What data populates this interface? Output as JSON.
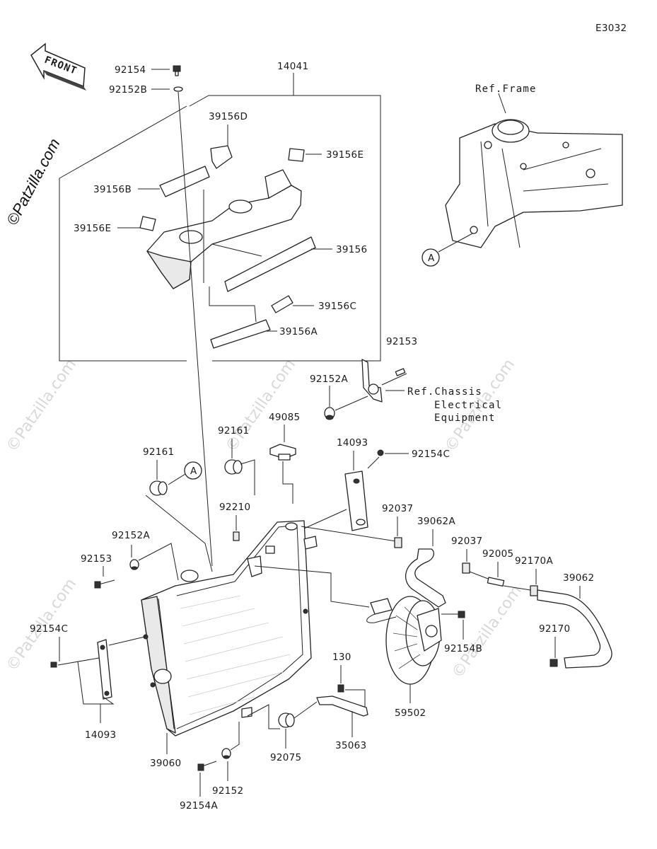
{
  "diagram_code": "E3032",
  "brand": "©Patzilla.com",
  "front_label": "FRONT",
  "callout_a": "A",
  "refs": {
    "frame": "Ref.Frame",
    "chassis_1": "Ref.Chassis",
    "chassis_2": "Electrical",
    "chassis_3": "Equipment"
  },
  "parts": [
    {
      "id": "p92154",
      "label": "92154"
    },
    {
      "id": "p92152B",
      "label": "92152B"
    },
    {
      "id": "p14041",
      "label": "14041"
    },
    {
      "id": "p39156D",
      "label": "39156D"
    },
    {
      "id": "p39156E_top",
      "label": "39156E"
    },
    {
      "id": "p39156B",
      "label": "39156B"
    },
    {
      "id": "p39156E_left",
      "label": "39156E"
    },
    {
      "id": "p39156",
      "label": "39156"
    },
    {
      "id": "p39156C",
      "label": "39156C"
    },
    {
      "id": "p39156A",
      "label": "39156A"
    },
    {
      "id": "p92153_top",
      "label": "92153"
    },
    {
      "id": "p92152A_top",
      "label": "92152A"
    },
    {
      "id": "p49085",
      "label": "49085"
    },
    {
      "id": "p92161_mid",
      "label": "92161"
    },
    {
      "id": "p92161_left",
      "label": "92161"
    },
    {
      "id": "p14093_top",
      "label": "14093"
    },
    {
      "id": "p92154C_top",
      "label": "92154C"
    },
    {
      "id": "p92210",
      "label": "92210"
    },
    {
      "id": "p92152A_left",
      "label": "92152A"
    },
    {
      "id": "p92153_left",
      "label": "92153"
    },
    {
      "id": "p92037_a",
      "label": "92037"
    },
    {
      "id": "p39062A",
      "label": "39062A"
    },
    {
      "id": "p92037_b",
      "label": "92037"
    },
    {
      "id": "p92005",
      "label": "92005"
    },
    {
      "id": "p92170A",
      "label": "92170A"
    },
    {
      "id": "p39062",
      "label": "39062"
    },
    {
      "id": "p92170",
      "label": "92170"
    },
    {
      "id": "p92154C_left",
      "label": "92154C"
    },
    {
      "id": "p92154B",
      "label": "92154B"
    },
    {
      "id": "p130",
      "label": "130"
    },
    {
      "id": "p59502",
      "label": "59502"
    },
    {
      "id": "p14093_bottom",
      "label": "14093"
    },
    {
      "id": "p35063",
      "label": "35063"
    },
    {
      "id": "p39060",
      "label": "39060"
    },
    {
      "id": "p92075",
      "label": "92075"
    },
    {
      "id": "p92152",
      "label": "92152"
    },
    {
      "id": "p92154A",
      "label": "92154A"
    }
  ]
}
